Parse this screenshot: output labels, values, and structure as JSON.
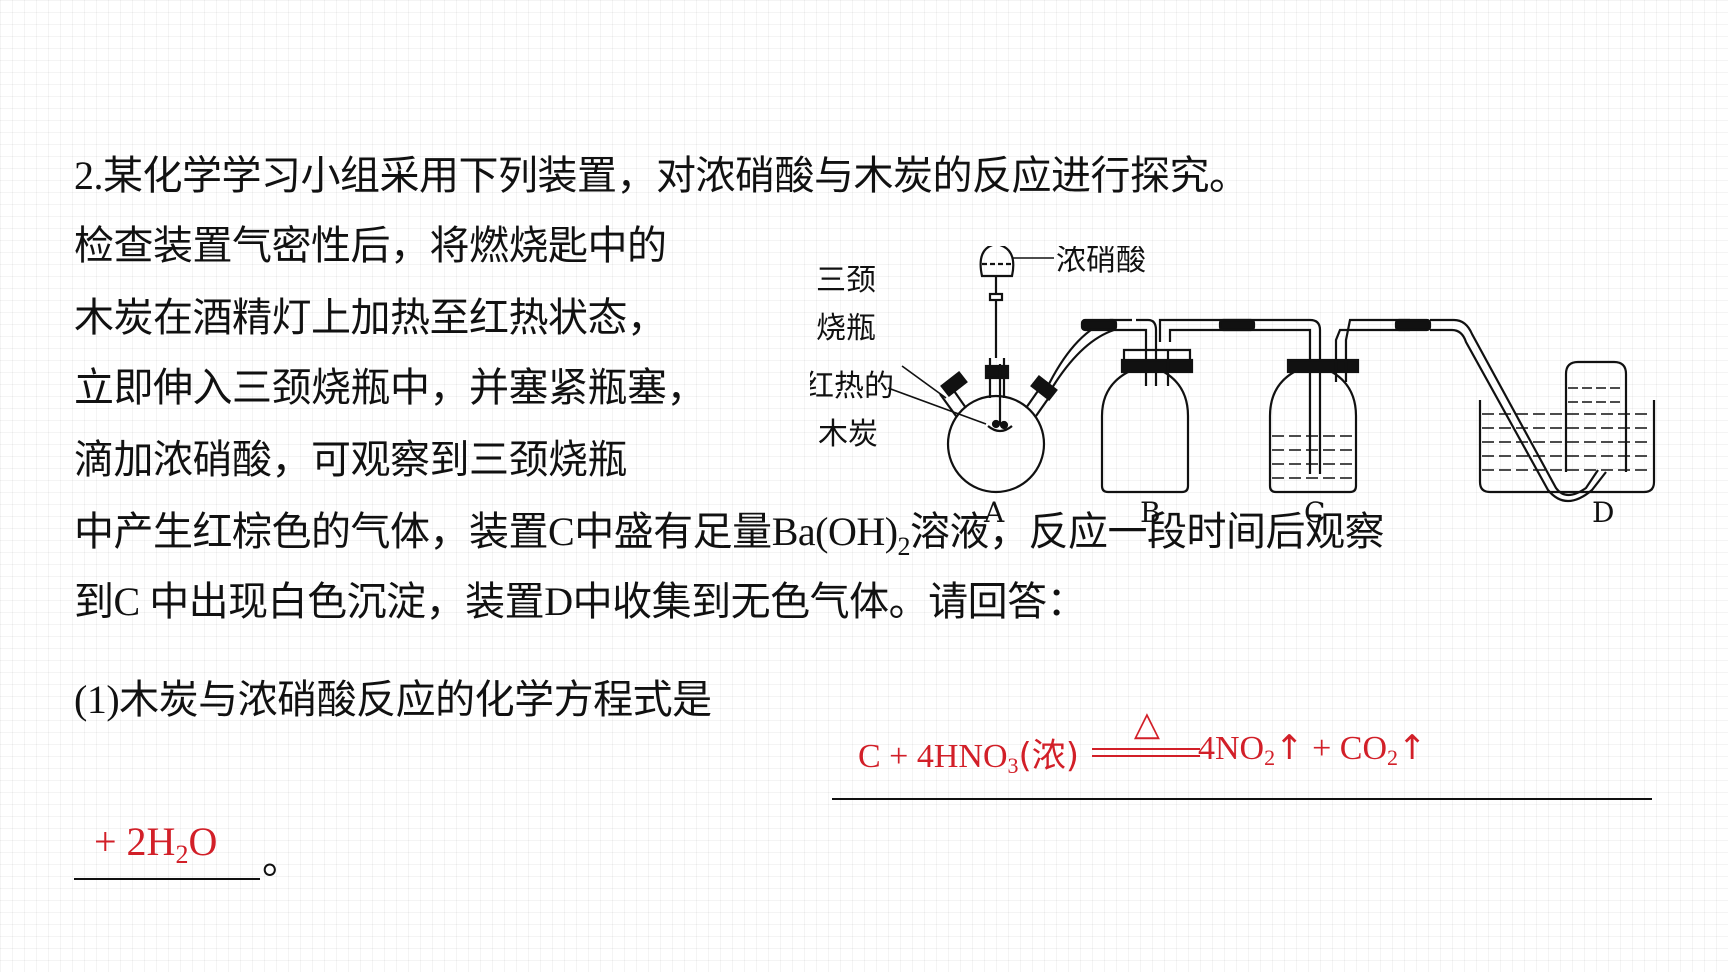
{
  "question": {
    "line1_num": "2.",
    "line1_text": "某化学学习小组采用下列装置，对浓硝酸与木炭的反应进行探究。",
    "line2": "检查装置气密性后，将燃烧匙中的",
    "line3": "木炭在酒精灯上加热至红热状态，",
    "line4": "立即伸入三颈烧瓶中，并塞紧瓶塞，",
    "line5": "滴加浓硝酸，可观察到三颈烧瓶",
    "line6_a": "中产生红棕色的气体，装置",
    "line6_c": "C",
    "line6_b": "中盛有足量",
    "line6_formula": "Ba(OH)",
    "line6_sub": "2",
    "line6_d": "溶液，反应一段时间后观察",
    "line7_a": "到",
    "line7_c": "C ",
    "line7_b": "中出现白色沉淀，装置",
    "line7_d": "D",
    "line7_e": "中收集到无色气体。请回答："
  },
  "part1": {
    "num": "(1)",
    "text": "木炭与浓硝酸反应的化学方程式是",
    "end_mark": "。"
  },
  "answer": {
    "lhs_prefix": "C + 4HNO",
    "lhs_sub": "3",
    "lhs_state": "(浓)",
    "condition": "△",
    "rhs_a": "4NO",
    "rhs_a_sub": "2",
    "rhs_arrow1": "↑",
    "rhs_b": " + CO",
    "rhs_b_sub": "2",
    "rhs_arrow2": "↑",
    "line2_prefix": "+ 2H",
    "line2_sub": "2",
    "line2_suffix": "O"
  },
  "figure": {
    "label_neck_1": "三颈",
    "label_neck_2": "烧瓶",
    "label_coal_1": "红热的",
    "label_coal_2": "木炭",
    "label_acid": "浓硝酸",
    "label_A": "A",
    "label_B": "B",
    "label_C": "C",
    "label_D": "D"
  },
  "colors": {
    "answer": "#d21f28",
    "text": "#111111"
  }
}
